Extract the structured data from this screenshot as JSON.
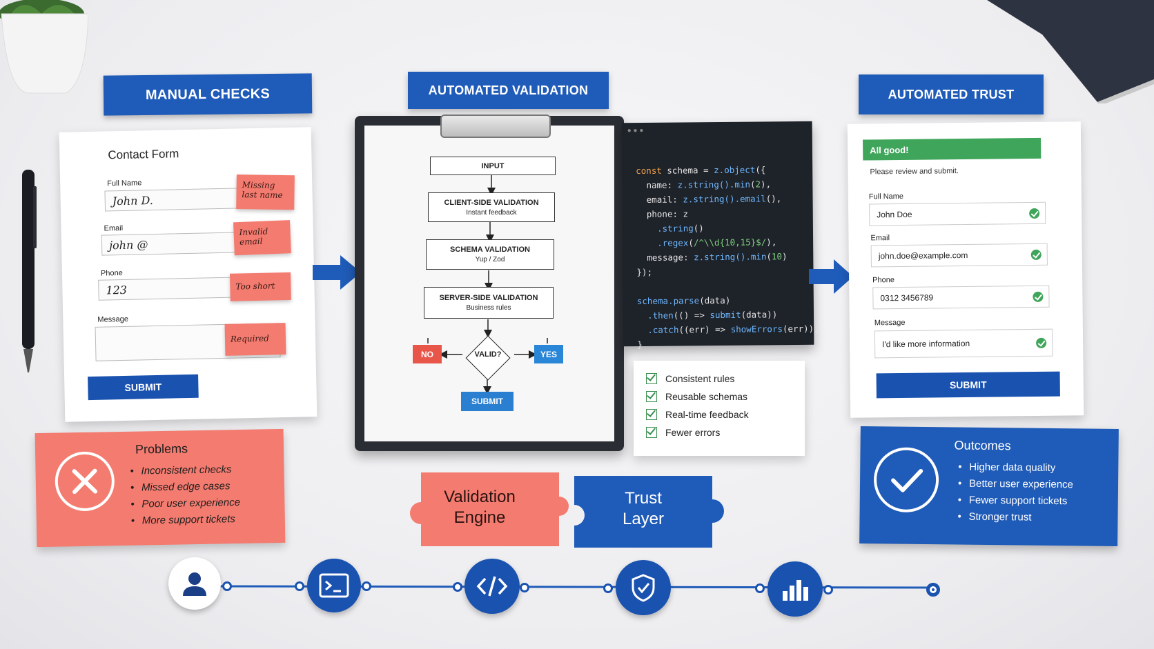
{
  "headers": {
    "manual": "MANUAL CHECKS",
    "automated_validation": "AUTOMATED VALIDATION",
    "automated_trust": "AUTOMATED TRUST"
  },
  "manual_form": {
    "title": "Contact Form",
    "fields": [
      {
        "label": "Full Name",
        "value": "John D.",
        "note": "Missing last name"
      },
      {
        "label": "Email",
        "value": "john @",
        "note": "Invalid email"
      },
      {
        "label": "Phone",
        "value": "123",
        "note": "Too short"
      },
      {
        "label": "Message",
        "value": "",
        "note": "Required"
      }
    ],
    "submit": "SUBMIT"
  },
  "problems": {
    "title": "Problems",
    "items": [
      "Inconsistent checks",
      "Missed edge cases",
      "Poor user experience",
      "More support tickets"
    ]
  },
  "flowchart": {
    "input": "INPUT",
    "client": {
      "title": "CLIENT-SIDE VALIDATION",
      "sub": "Instant feedback"
    },
    "schema": {
      "title": "SCHEMA VALIDATION",
      "sub": "Yup / Zod"
    },
    "server": {
      "title": "SERVER-SIDE VALIDATION",
      "sub": "Business rules"
    },
    "decision": "VALID?",
    "no": "NO",
    "yes": "YES",
    "submit": "SUBMIT"
  },
  "code_lines": [
    "const schema = z.object({",
    "  name: z.string().min(2),",
    "  email: z.string().email(),",
    "  phone: z",
    "    .string()",
    "    .regex(/^\\\\d{10,15}$/),",
    "  message: z.string().min(10)",
    "});",
    "",
    "schema.parse(data)",
    "  .then(() => submit(data))",
    "  .catch((err) => showErrors(err));",
    "}"
  ],
  "benefits": [
    "Consistent rules",
    "Reusable schemas",
    "Real-time feedback",
    "Fewer errors"
  ],
  "puzzle": {
    "engine": "Validation Engine",
    "trust": "Trust Layer"
  },
  "trust_form": {
    "status": "All good!",
    "status_sub": "Please review and submit.",
    "fields": [
      {
        "label": "Full Name",
        "value": "John Doe"
      },
      {
        "label": "Email",
        "value": "john.doe@example.com"
      },
      {
        "label": "Phone",
        "value": "0312 3456789"
      },
      {
        "label": "Message",
        "value": "I'd like more information"
      }
    ],
    "submit": "SUBMIT"
  },
  "outcomes": {
    "title": "Outcomes",
    "items": [
      "Higher data quality",
      "Better user experience",
      "Fewer support tickets",
      "Stronger trust"
    ]
  },
  "timeline_icons": [
    "user-icon",
    "terminal-icon",
    "code-icon",
    "shield-check-icon",
    "bar-chart-icon"
  ],
  "colors": {
    "blue": "#1f5bb8",
    "red": "#f47b6f",
    "green": "#3fa55a",
    "code_bg": "#1e2229"
  }
}
